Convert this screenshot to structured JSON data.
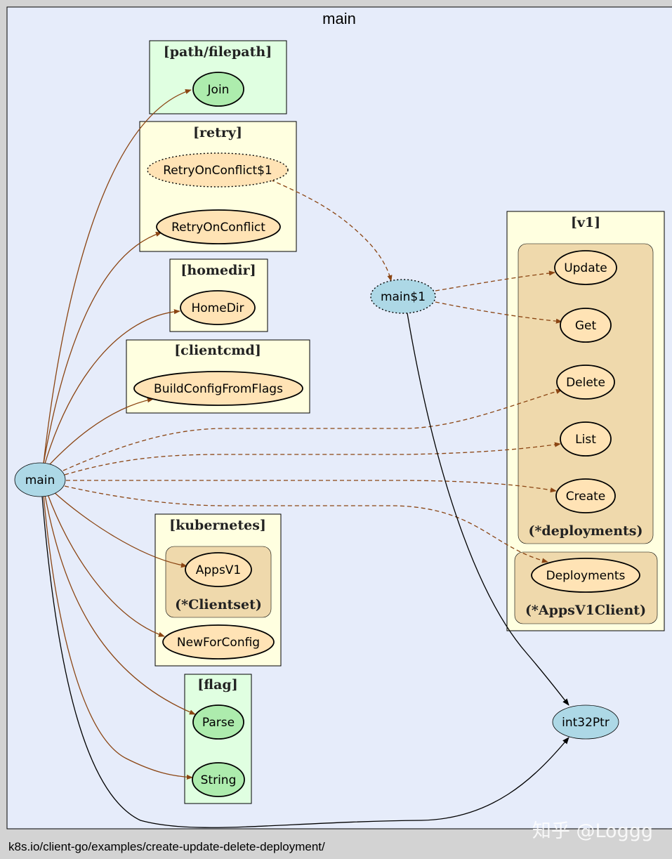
{
  "title": "main",
  "footer": "k8s.io/client-go/examples/create-update-delete-deployment/",
  "watermark": "知乎 @Loggg",
  "colors": {
    "page_bg": "#d3d3d3",
    "main_bg": "#e6ecfa",
    "pkg_std_bg": "#e0ffe1",
    "pkg_ext_bg": "#ffffe0",
    "type_bg": "#efd9ac",
    "node_std": "#adecad",
    "node_ext": "#ffe3b5",
    "node_local": "#add8e6",
    "edge_ext": "#8b4513",
    "edge_local": "#000000"
  },
  "clusters": [
    {
      "id": "c-filepath",
      "label": "[path/filepath]",
      "kind": "std"
    },
    {
      "id": "c-retry",
      "label": "[retry]",
      "kind": "ext"
    },
    {
      "id": "c-homedir",
      "label": "[homedir]",
      "kind": "ext"
    },
    {
      "id": "c-clientcmd",
      "label": "[clientcmd]",
      "kind": "ext"
    },
    {
      "id": "c-kubernetes",
      "label": "[kubernetes]",
      "kind": "ext"
    },
    {
      "id": "c-clientset",
      "label": "(*Clientset)",
      "kind": "type"
    },
    {
      "id": "c-flag",
      "label": "[flag]",
      "kind": "std"
    },
    {
      "id": "c-v1",
      "label": "[v1]",
      "kind": "ext"
    },
    {
      "id": "c-deployments",
      "label": "(*deployments)",
      "kind": "type"
    },
    {
      "id": "c-appsv1client",
      "label": "(*AppsV1Client)",
      "kind": "type"
    }
  ],
  "nodes": [
    {
      "id": "n-join",
      "label": "Join",
      "kind": "std",
      "style": "solid"
    },
    {
      "id": "n-retry1",
      "label": "RetryOnConflict$1",
      "kind": "ext",
      "style": "dotted"
    },
    {
      "id": "n-retry",
      "label": "RetryOnConflict",
      "kind": "ext",
      "style": "solid"
    },
    {
      "id": "n-homedir",
      "label": "HomeDir",
      "kind": "ext",
      "style": "solid"
    },
    {
      "id": "n-build",
      "label": "BuildConfigFromFlags",
      "kind": "ext",
      "style": "solid"
    },
    {
      "id": "n-main",
      "label": "main",
      "kind": "local",
      "style": "thin"
    },
    {
      "id": "n-appsv1",
      "label": "AppsV1",
      "kind": "ext",
      "style": "solid"
    },
    {
      "id": "n-newforconfig",
      "label": "NewForConfig",
      "kind": "ext",
      "style": "solid"
    },
    {
      "id": "n-parse",
      "label": "Parse",
      "kind": "std",
      "style": "solid"
    },
    {
      "id": "n-string",
      "label": "String",
      "kind": "std",
      "style": "solid"
    },
    {
      "id": "n-main1",
      "label": "main$1",
      "kind": "local",
      "style": "dotted"
    },
    {
      "id": "n-int32ptr",
      "label": "int32Ptr",
      "kind": "local",
      "style": "thin"
    },
    {
      "id": "n-update",
      "label": "Update",
      "kind": "ext",
      "style": "solid"
    },
    {
      "id": "n-get",
      "label": "Get",
      "kind": "ext",
      "style": "solid"
    },
    {
      "id": "n-delete",
      "label": "Delete",
      "kind": "ext",
      "style": "solid"
    },
    {
      "id": "n-list",
      "label": "List",
      "kind": "ext",
      "style": "solid"
    },
    {
      "id": "n-create",
      "label": "Create",
      "kind": "ext",
      "style": "solid"
    },
    {
      "id": "n-deployments",
      "label": "Deployments",
      "kind": "ext",
      "style": "solid"
    }
  ],
  "edges": [
    {
      "id": "e-main-join",
      "from": "main",
      "to": "Join",
      "style": "solid",
      "color": "edge_ext"
    },
    {
      "id": "e-main-retry",
      "from": "main",
      "to": "RetryOnConflict",
      "style": "solid",
      "color": "edge_ext"
    },
    {
      "id": "e-main-homedir",
      "from": "main",
      "to": "HomeDir",
      "style": "solid",
      "color": "edge_ext"
    },
    {
      "id": "e-main-build",
      "from": "main",
      "to": "BuildConfigFromFlags",
      "style": "solid",
      "color": "edge_ext"
    },
    {
      "id": "e-main-appsv1",
      "from": "main",
      "to": "AppsV1",
      "style": "solid",
      "color": "edge_ext"
    },
    {
      "id": "e-main-newforconfig",
      "from": "main",
      "to": "NewForConfig",
      "style": "solid",
      "color": "edge_ext"
    },
    {
      "id": "e-main-parse",
      "from": "main",
      "to": "Parse",
      "style": "solid",
      "color": "edge_ext"
    },
    {
      "id": "e-main-string",
      "from": "main",
      "to": "String",
      "style": "solid",
      "color": "edge_ext"
    },
    {
      "id": "e-main-int32ptr",
      "from": "main",
      "to": "int32Ptr",
      "style": "solid",
      "color": "edge_local"
    },
    {
      "id": "e-main-delete",
      "from": "main",
      "to": "Delete",
      "style": "dashed",
      "color": "edge_ext"
    },
    {
      "id": "e-main-list",
      "from": "main",
      "to": "List",
      "style": "dashed",
      "color": "edge_ext"
    },
    {
      "id": "e-main-create",
      "from": "main",
      "to": "Create",
      "style": "dashed",
      "color": "edge_ext"
    },
    {
      "id": "e-main-deployments",
      "from": "main",
      "to": "Deployments",
      "style": "dashed",
      "color": "edge_ext"
    },
    {
      "id": "e-retry1-main1",
      "from": "RetryOnConflict$1",
      "to": "main$1",
      "style": "dashed",
      "color": "edge_ext"
    },
    {
      "id": "e-main1-update",
      "from": "main$1",
      "to": "Update",
      "style": "dashed",
      "color": "edge_ext"
    },
    {
      "id": "e-main1-get",
      "from": "main$1",
      "to": "Get",
      "style": "dashed",
      "color": "edge_ext"
    },
    {
      "id": "e-main1-int32ptr",
      "from": "main$1",
      "to": "int32Ptr",
      "style": "solid",
      "color": "edge_local"
    }
  ]
}
